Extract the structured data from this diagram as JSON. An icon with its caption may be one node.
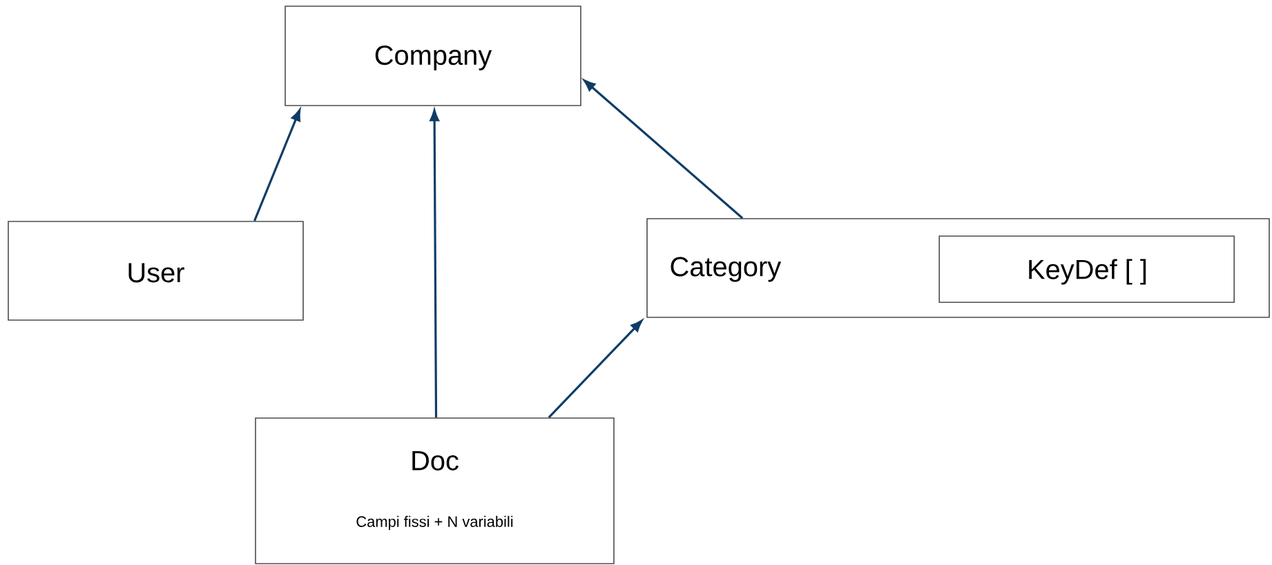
{
  "diagram": {
    "nodes": [
      {
        "text": [
          "Company"
        ]
      },
      {
        "text": [
          "User"
        ]
      },
      {
        "text": [
          "Category"
        ]
      },
      {
        "text": [
          "KeyDef [ ]"
        ],
        "in": 2
      },
      {
        "text": [
          "Doc",
          "Campi fissi + N variabili"
        ]
      }
    ],
    "edges": [
      {
        "from": 1,
        "to": 0,
        "arrow": "to"
      },
      {
        "from": 4,
        "to": 0,
        "arrow": "to"
      },
      {
        "from": 2,
        "to": 0,
        "arrow": "to"
      },
      {
        "from": 4,
        "to": 2,
        "arrow": "to"
      }
    ]
  }
}
